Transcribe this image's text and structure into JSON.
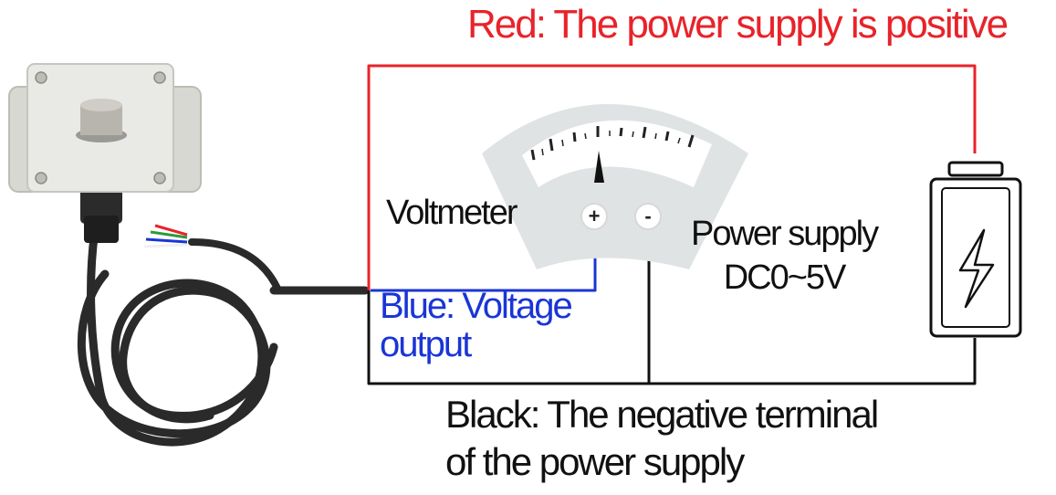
{
  "labels": {
    "red_wire": "Red: The power supply is positive",
    "voltmeter": "Voltmeter",
    "plus_terminal": "+",
    "minus_terminal": "-",
    "power_supply_line1": "Power supply",
    "power_supply_line2": "DC0~5V",
    "blue_wire_line1": "Blue: Voltage",
    "blue_wire_line2": "output",
    "black_wire_line1": "Black: The negative terminal",
    "black_wire_line2": "of the power supply"
  },
  "colors": {
    "red_wire": "#e8232a",
    "blue_wire": "#1a35d6",
    "black_wire": "#111111",
    "voltmeter_face": "#dfe3e4",
    "sensor_housing": "#e9e9e5"
  },
  "icons": {
    "battery": "lightning-battery-icon",
    "sensor": "sensor-device-icon"
  }
}
